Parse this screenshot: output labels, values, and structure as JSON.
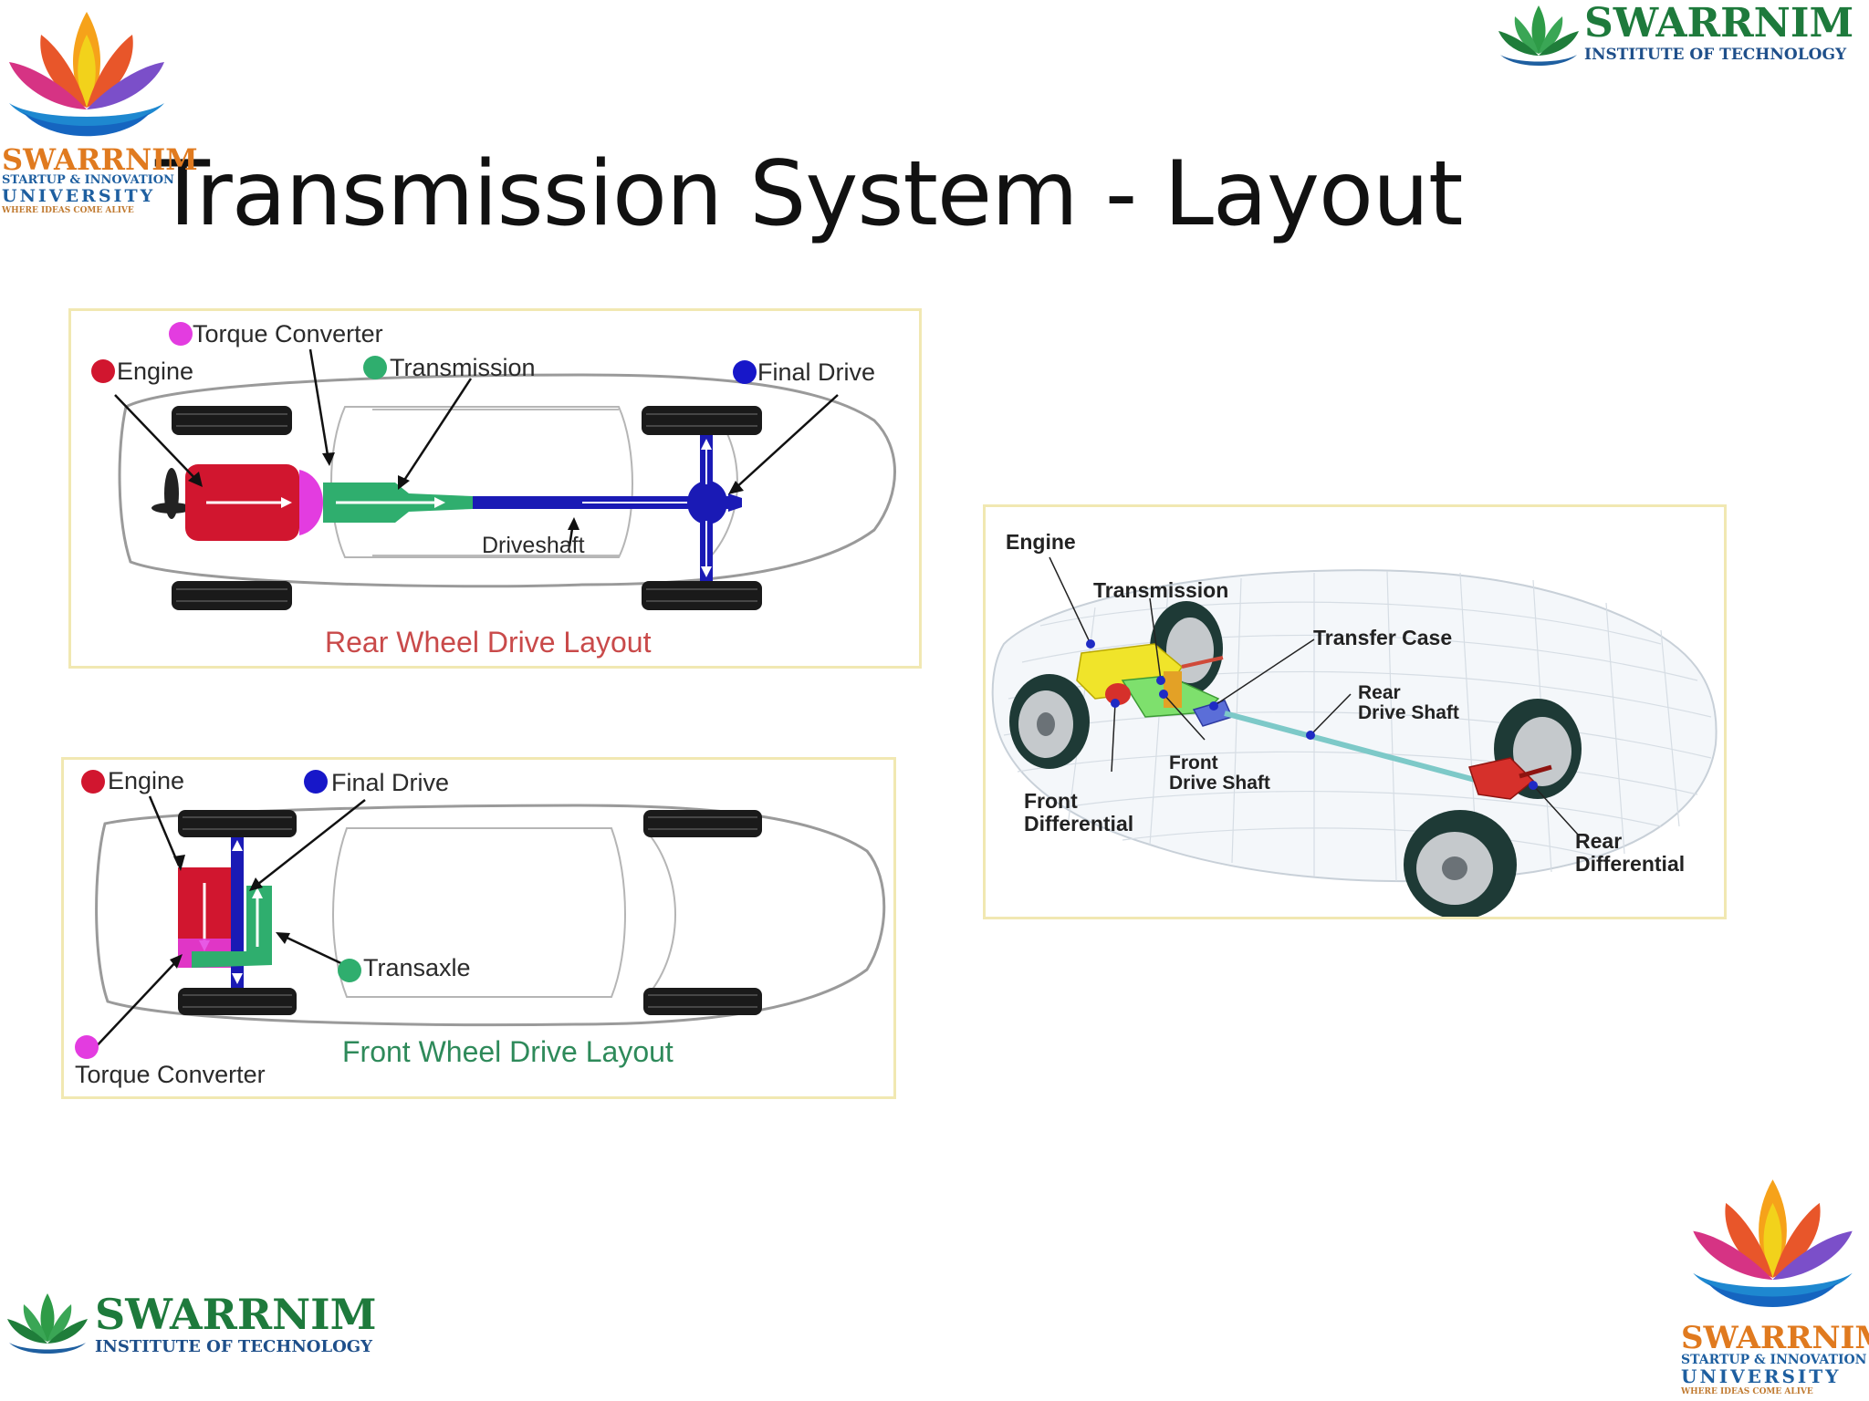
{
  "slide": {
    "title": "Transmission System - Layout"
  },
  "logos": {
    "university": {
      "name": "SWARRNIM",
      "line1": "STARTUP & INNOVATION",
      "line2": "UNIVERSITY",
      "tagline": "WHERE IDEAS COME ALIVE"
    },
    "institute": {
      "name": "SWARRNIM",
      "subtitle": "INSTITUTE OF TECHNOLOGY"
    }
  },
  "rwd": {
    "caption": "Rear Wheel Drive Layout",
    "labels": {
      "torque_converter": "Torque Converter",
      "engine": "Engine",
      "transmission": "Transmission",
      "final_drive": "Final Drive",
      "driveshaft": "Driveshaft"
    }
  },
  "fwd": {
    "caption": "Front Wheel Drive Layout",
    "labels": {
      "engine": "Engine",
      "final_drive": "Final Drive",
      "transaxle": "Transaxle",
      "torque_converter": "Torque Converter"
    }
  },
  "awd": {
    "labels": {
      "engine": "Engine",
      "transmission": "Transmission",
      "transfer_case": "Transfer Case",
      "rear_drive_shaft_1": "Rear",
      "rear_drive_shaft_2": "Drive Shaft",
      "front_drive_shaft_1": "Front",
      "front_drive_shaft_2": "Drive Shaft",
      "front_diff_1": "Front",
      "front_diff_2": "Differential",
      "rear_diff_1": "Rear",
      "rear_diff_2": "Differential"
    }
  },
  "colors": {
    "engine": "#d1162f",
    "torque_converter": "#e33ce0",
    "transmission": "#2fae6e",
    "final_drive": "#1717c9",
    "rwd_caption": "#c94a4a",
    "fwd_caption": "#2e8a5a",
    "brand_green": "#1e7a3c"
  }
}
